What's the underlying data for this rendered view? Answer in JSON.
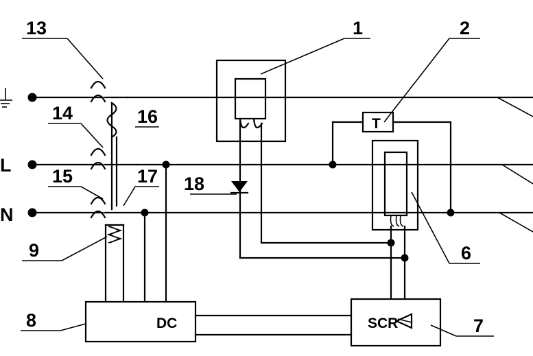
{
  "terminals": {
    "ground": "⏚",
    "live": "L",
    "neutral": "N"
  },
  "callouts": {
    "c1": "1",
    "c2": "2",
    "c6": "6",
    "c7": "7",
    "c8": "8",
    "c9": "9",
    "c13": "13",
    "c14": "14",
    "c15": "15",
    "c16": "16",
    "c17": "17",
    "c18": "18"
  },
  "blocks": {
    "test_button": "T",
    "dc_supply": "DC",
    "scr": "SCR"
  }
}
